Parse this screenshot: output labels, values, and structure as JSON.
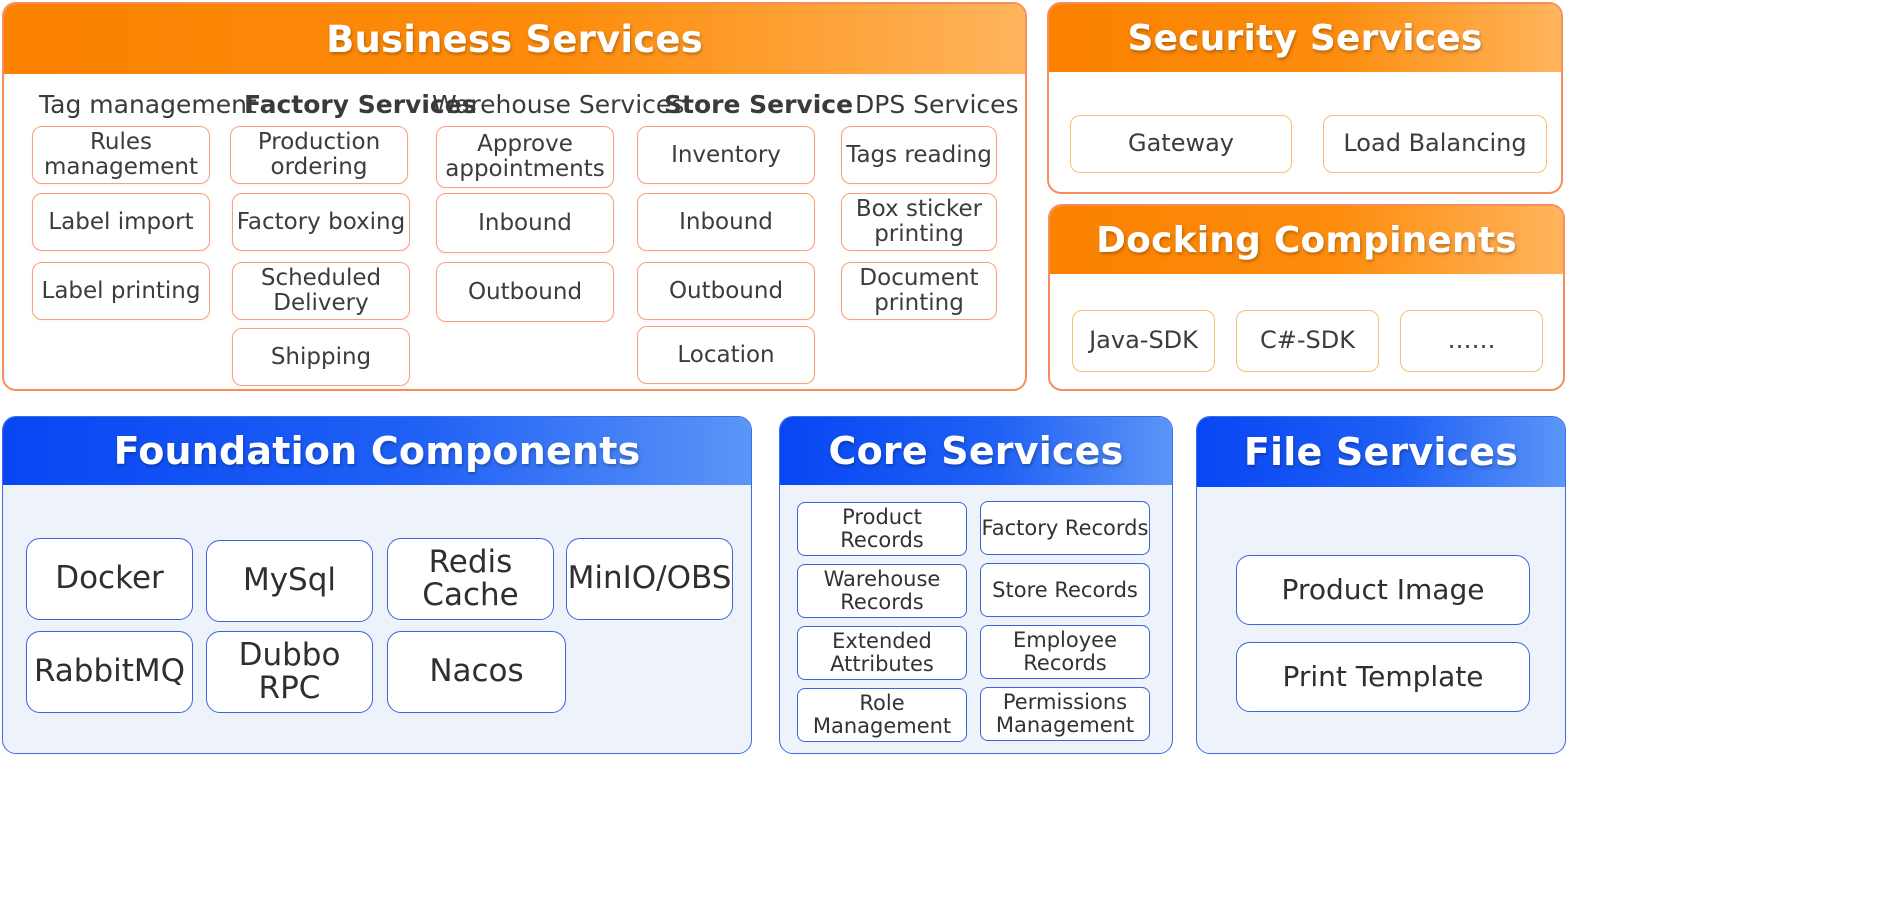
{
  "business": {
    "title": "Business Services",
    "columns": [
      {
        "heading": "Tag management",
        "items": [
          "Rules management",
          "Label import",
          "Label printing"
        ]
      },
      {
        "heading": "Factory Services",
        "items": [
          "Production ordering",
          "Factory boxing",
          "Scheduled Delivery",
          "Shipping"
        ]
      },
      {
        "heading": "Warehouse Services",
        "items": [
          "Approve appointments",
          "Inbound",
          "Outbound"
        ]
      },
      {
        "heading": "Store Service",
        "items": [
          "Inventory",
          "Inbound",
          "Outbound",
          "Location"
        ]
      },
      {
        "heading": "DPS Services",
        "items": [
          "Tags reading",
          "Box sticker printing",
          "Document printing"
        ]
      }
    ]
  },
  "security": {
    "title": "Security Services",
    "items": [
      "Gateway",
      "Load Balancing"
    ]
  },
  "docking": {
    "title": "Docking Compinents",
    "items": [
      "Java-SDK",
      "C#-SDK",
      "……"
    ]
  },
  "foundation": {
    "title": "Foundation Components",
    "items": [
      "Docker",
      "MySql",
      "Redis Cache",
      "MinIO/OBS",
      "RabbitMQ",
      "Dubbo RPC",
      "Nacos"
    ]
  },
  "core": {
    "title": "Core Services",
    "items": [
      "Product Records",
      "Factory Records",
      "Warehouse Records",
      "Store Records",
      "Extended Attributes",
      "Employee Records",
      "Role Management",
      "Permissions Management"
    ]
  },
  "file": {
    "title": "File Services",
    "items": [
      "Product Image",
      "Print Template"
    ]
  },
  "colors": {
    "orange_header": "#fb8100",
    "orange_border": "#f68e5b",
    "blue_header": "#0846f3",
    "blue_border": "#3a6cf0",
    "blue_panel_bg": "#eef3fb"
  }
}
